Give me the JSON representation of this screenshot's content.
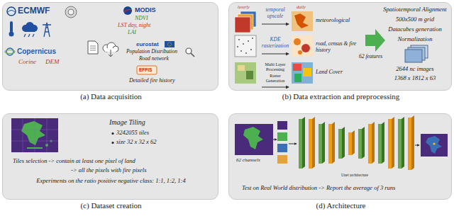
{
  "diagram": {
    "nodes": [
      {
        "text": [
          "(a) Data acquisition",
          "ECMWF",
          "MODIS",
          "NDVI",
          "LST day, night",
          "LAI",
          "Copernicus",
          "Corine",
          "DEM",
          "eurostat",
          "Population Distribution",
          "Road network",
          "EFFIS",
          "Detailed fire history"
        ]
      },
      {
        "text": [
          "(b) Data extraction and preprocessing",
          "hourly",
          "temporal upscale",
          "daily",
          "meteorological",
          "KDE rasterization",
          "road, census & fire history",
          "Multi Layer Processing",
          "Raster Generation",
          "Land Cover",
          "62 features",
          "Spatiotemporal Alignment",
          "500x500 m grid",
          "Datacubes generation",
          "Normalization",
          "2644 nc images",
          "1368 x 1812 x 63"
        ]
      },
      {
        "text": [
          "(c) Dataset creation",
          "Image Tiling",
          "3242055 tiles",
          "size 32 x 32 x 62",
          "Tiles selection -> contain at least one pixel of land",
          "-> all the pixels with fire pixels",
          "Experiments on the ratio positive negative class: 1:1, 1:2, 1:4"
        ]
      },
      {
        "text": [
          "(d) Architecture",
          "62 channels",
          "Unet architecture",
          "Test on Real World distribution -> Report the average of 3 runs"
        ]
      }
    ]
  }
}
